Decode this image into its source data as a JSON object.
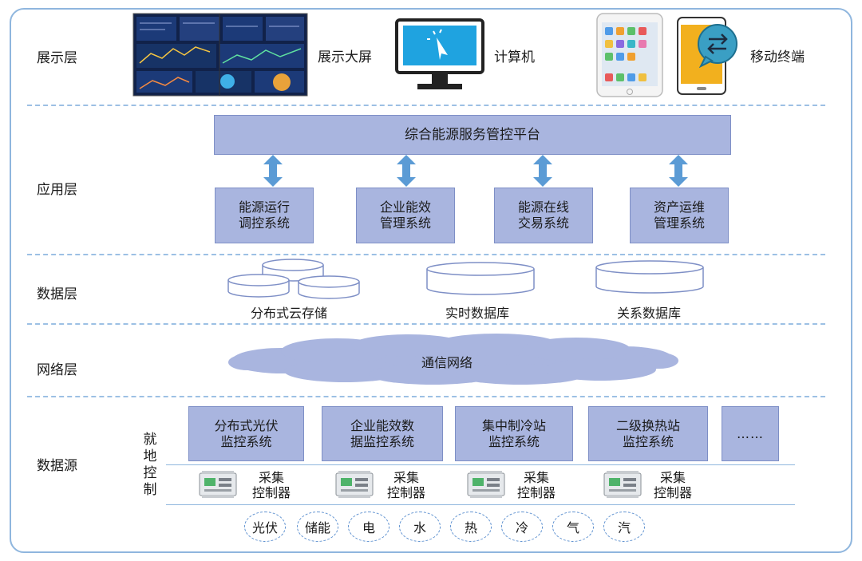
{
  "layers": {
    "presentation": "展示层",
    "application": "应用层",
    "data": "数据层",
    "network": "网络层",
    "source": "数据源"
  },
  "presentation": {
    "screen_label": "展示大屏",
    "computer_label": "计算机",
    "mobile_label": "移动终端"
  },
  "application": {
    "platform": "综合能源服务管控平台",
    "systems": [
      {
        "line1": "能源运行",
        "line2": "调控系统"
      },
      {
        "line1": "企业能效",
        "line2": "管理系统"
      },
      {
        "line1": "能源在线",
        "line2": "交易系统"
      },
      {
        "line1": "资产运维",
        "line2": "管理系统"
      }
    ]
  },
  "data": {
    "distributed": "分布式云存储",
    "realtime": "实时数据库",
    "relational": "关系数据库"
  },
  "network": {
    "cloud": "通信网络"
  },
  "source": {
    "side_label": [
      "就",
      "地",
      "控",
      "制"
    ],
    "systems": [
      {
        "line1": "分布式光伏",
        "line2": "监控系统"
      },
      {
        "line1": "企业能效数",
        "line2": "据监控系统"
      },
      {
        "line1": "集中制冷站",
        "line2": "监控系统"
      },
      {
        "line1": "二级换热站",
        "line2": "监控系统"
      },
      {
        "line1": "……",
        "line2": ""
      }
    ],
    "controllers": [
      {
        "line1": "采集",
        "line2": "控制器"
      },
      {
        "line1": "采集",
        "line2": "控制器"
      },
      {
        "line1": "采集",
        "line2": "控制器"
      },
      {
        "line1": "采集",
        "line2": "控制器"
      }
    ],
    "energy": [
      "光伏",
      "储能",
      "电",
      "水",
      "热",
      "冷",
      "气",
      "汽"
    ]
  },
  "colors": {
    "frame": "#8fb6de",
    "box_fill": "#a9b5df",
    "box_border": "#7e8fc6",
    "arrow": "#5b9bd5",
    "cloud": "#a9b5df",
    "computer_screen": "#1fa3e0",
    "phone_body": "#f2b01e"
  }
}
